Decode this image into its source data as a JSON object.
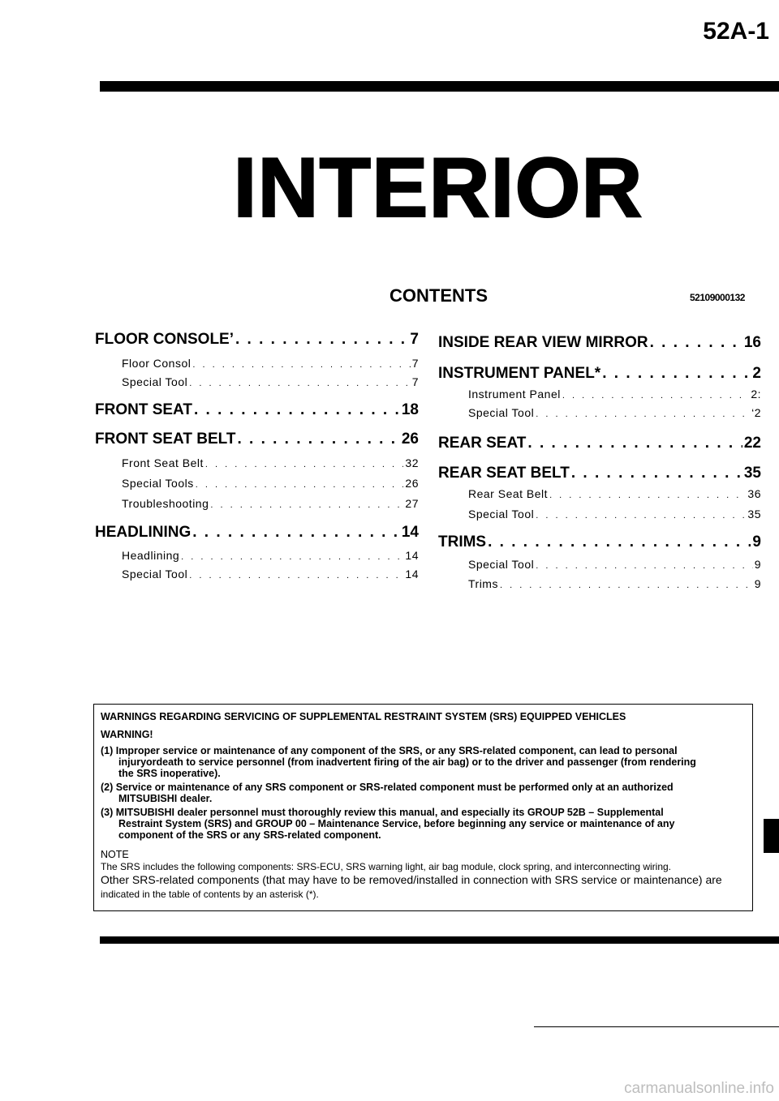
{
  "header": {
    "page_number": "52A-1",
    "title": "INTERIOR",
    "contents_heading": "CONTENTS",
    "doc_code": "52109000132"
  },
  "toc_left": [
    {
      "label": "FLOOR CONSOLE’",
      "page": "7",
      "level": "main"
    },
    {
      "label": "Floor Consol",
      "page": "7",
      "level": "sub"
    },
    {
      "label": "Special Tool",
      "page": "7",
      "level": "sub"
    },
    {
      "label": "FRONT SEAT",
      "page": "18",
      "level": "main"
    },
    {
      "label": "FRONT SEAT BELT",
      "page": "26",
      "level": "main"
    },
    {
      "label": "Front Seat Belt",
      "page": "32",
      "level": "sub"
    },
    {
      "label": "Special Tools",
      "page": "26",
      "level": "sub"
    },
    {
      "label": "Troubleshooting",
      "page": "27",
      "level": "sub"
    },
    {
      "label": "HEADLINING",
      "page": "14",
      "level": "main"
    },
    {
      "label": "Headlining",
      "page": "14",
      "level": "sub"
    },
    {
      "label": "Special Tool",
      "page": "14",
      "level": "sub"
    }
  ],
  "toc_right": [
    {
      "label": "INSIDE REAR VIEW MIRROR",
      "page": "16",
      "level": "main"
    },
    {
      "label": "INSTRUMENT PANEL*",
      "page": "2",
      "level": "main"
    },
    {
      "label": "Instrument Panel",
      "page": "2:",
      "level": "sub"
    },
    {
      "label": "Special Tool",
      "page": "‘2",
      "level": "sub"
    },
    {
      "label": "REAR SEAT",
      "page": "22",
      "level": "main"
    },
    {
      "label": "REAR SEAT BELT",
      "page": "35",
      "level": "main"
    },
    {
      "label": "Rear Seat Belt",
      "page": "36",
      "level": "sub"
    },
    {
      "label": "Special Tool",
      "page": "35",
      "level": "sub"
    },
    {
      "label": "TRIMS",
      "page": "9",
      "level": "main"
    },
    {
      "label": "Special Tool",
      "page": "9",
      "level": "sub"
    },
    {
      "label": "Trims",
      "page": "9",
      "level": "sub"
    }
  ],
  "warning": {
    "title": "WARNINGS REGARDING SERVICING OF SUPPLEMENTAL RESTRAINT SYSTEM (SRS) EQUIPPED VEHICLES",
    "label": "WARNING!",
    "item1_a": "(1) Improper service or maintenance of any component of the SRS, or any SRS-related component, can lead to personal",
    "item1_b": "injuryordeath to service personnel (from inadvertent firing of the air bag) or to the driver and passenger (from rendering",
    "item1_c": "the SRS inoperative).",
    "item2_a": "(2) Service or maintenance of any SRS component or SRS-related component must be performed only at an authorized",
    "item2_b": "MITSUBISHI dealer.",
    "item3_a": "(3) MITSUBISHI dealer personnel must thoroughly review this manual, and especially its GROUP 52B – Supplemental",
    "item3_b": "Restraint System (SRS) and GROUP 00 – Maintenance Service, before beginning any service or maintenance of any",
    "item3_c": "component of the SRS or any SRS-related component.",
    "note_label": "NOTE",
    "note_1": "The SRS includes the following components: SRS-ECU, SRS warning light, air bag module, clock spring, and interconnecting wiring.",
    "note_2": "Other SRS-related components (that may have to be removed/installed in connection with SRS service or maintenance) are",
    "note_3": "indicated in the table of contents by an asterisk (*)."
  },
  "footer": {
    "watermark": "carmanualsonline.info"
  }
}
